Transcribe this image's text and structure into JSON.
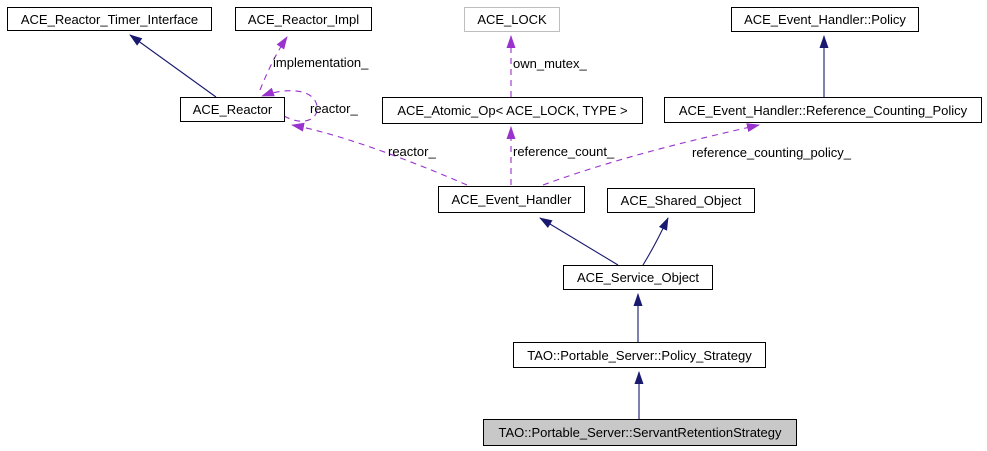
{
  "diagram": {
    "kind": "doxygen-collaboration-diagram",
    "focus_class": "TAO::Portable_Server::ServantRetentionStrategy",
    "colors": {
      "background": "#ffffff",
      "inheritance_edge": "#191970",
      "usage_edge": "#9a32cd",
      "node_fill": "#ffffff",
      "node_border": "#000000",
      "template_node_border": "#bebebe",
      "focus_node_fill": "#c8c8c8",
      "text": "#000000"
    },
    "nodes": [
      {
        "label": "ACE_Reactor_Timer_Interface"
      },
      {
        "label": "ACE_Reactor_Impl"
      },
      {
        "label": "ACE_LOCK"
      },
      {
        "label": "ACE_Event_Handler::Policy"
      },
      {
        "label": "ACE_Reactor"
      },
      {
        "label": "ACE_Atomic_Op< ACE_LOCK, TYPE >"
      },
      {
        "label": "ACE_Event_Handler::Reference_Counting_Policy"
      },
      {
        "label": "ACE_Event_Handler"
      },
      {
        "label": "ACE_Shared_Object"
      },
      {
        "label": "ACE_Service_Object"
      },
      {
        "label": "TAO::Portable_Server::Policy_Strategy"
      },
      {
        "label": "TAO::Portable_Server::ServantRetentionStrategy"
      }
    ],
    "edge_labels": [
      {
        "text": "implementation_"
      },
      {
        "text": "own_mutex_"
      },
      {
        "text": "reactor_"
      },
      {
        "text": "reactor_"
      },
      {
        "text": "reference_count_"
      },
      {
        "text": "reference_counting_policy_"
      }
    ]
  }
}
